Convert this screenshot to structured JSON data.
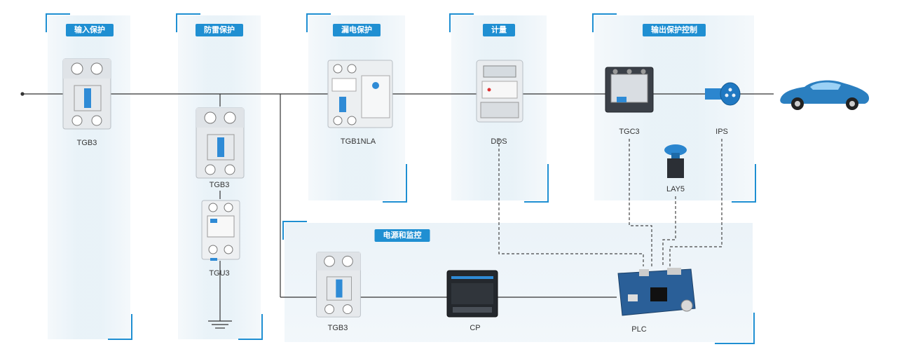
{
  "sections": {
    "input_protection": "输入保护",
    "lightning_protection": "防雷保护",
    "leakage_protection": "漏电保护",
    "metering": "计量",
    "output_control": "输出保护控制",
    "power_monitoring": "电源和监控"
  },
  "components": {
    "input_breaker": "TGB3",
    "surge_breaker": "TGB3",
    "surge_protector": "TGU3",
    "rcbo": "TGB1NLA",
    "energy_meter": "DDS",
    "contactor": "TGC3",
    "emergency_button": "LAY5",
    "connector": "IPS",
    "monitor_breaker": "TGB3",
    "power_supply": "CP",
    "controller": "PLC"
  },
  "colors": {
    "accent": "#1f8fd2",
    "panel": "#e8f2f8",
    "line": "#333333",
    "car": "#2b7fc0"
  }
}
